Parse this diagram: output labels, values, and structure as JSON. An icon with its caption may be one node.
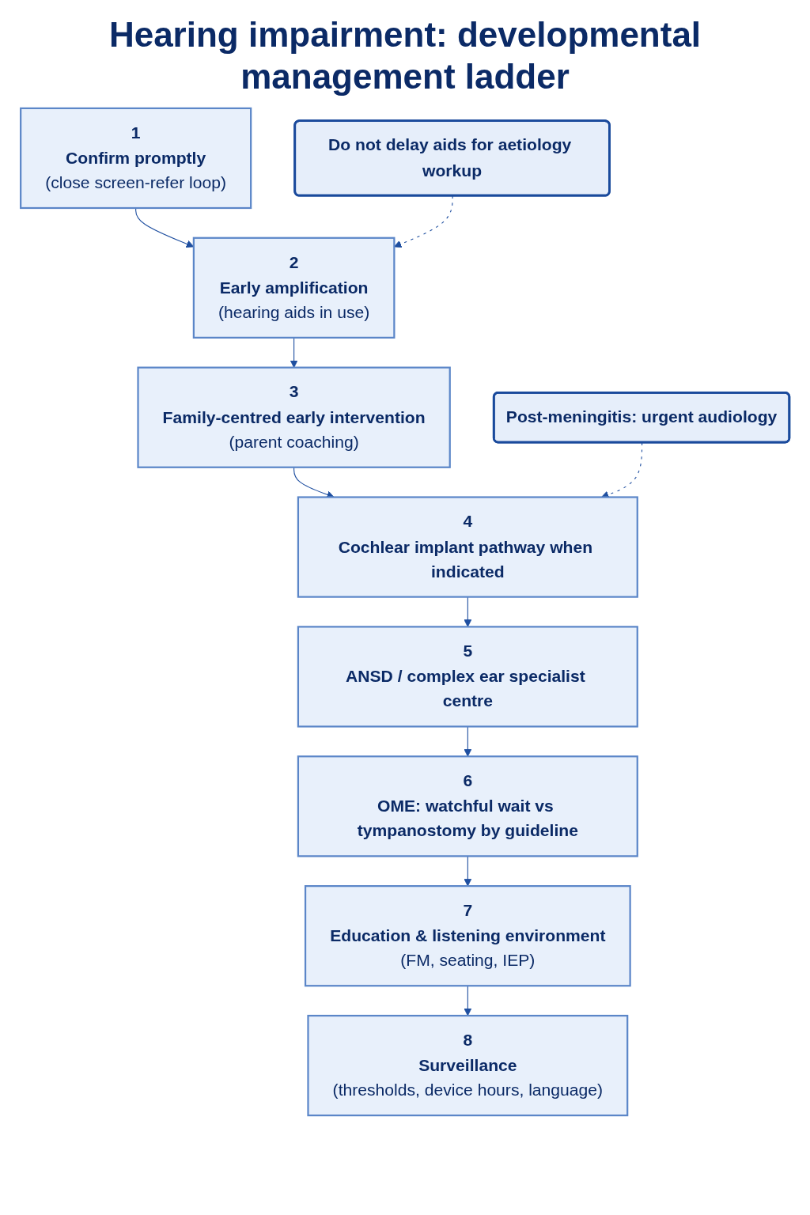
{
  "diagram": {
    "title": "Hearing impairment: developmental management ladder",
    "nodes": [
      {
        "text": [
          "1",
          "Confirm promptly",
          "(close screen-refer loop)"
        ]
      },
      {
        "text": [
          "2",
          "Early amplification",
          "(hearing aids in use)"
        ]
      },
      {
        "text": [
          "3",
          "Family-centred early intervention",
          "(parent coaching)"
        ]
      },
      {
        "text": [
          "4",
          "Cochlear implant pathway when indicated"
        ]
      },
      {
        "text": [
          "5",
          "ANSD / complex ear specialist centre"
        ]
      },
      {
        "text": [
          "6",
          "OME: watchful wait vs tympanostomy by guideline"
        ]
      },
      {
        "text": [
          "7",
          "Education & listening environment",
          "(FM, seating, IEP)"
        ]
      },
      {
        "text": [
          "8",
          "Surveillance",
          "(thresholds, device hours, language)"
        ]
      },
      {
        "text": [
          "Do not delay aids for aetiology workup"
        ]
      },
      {
        "text": [
          "Post-meningitis: urgent audiology"
        ]
      }
    ],
    "edges": [
      {
        "from": 0,
        "to": 1,
        "arrow": "to"
      },
      {
        "from": 1,
        "to": 2,
        "arrow": "to"
      },
      {
        "from": 2,
        "to": 3,
        "arrow": "to"
      },
      {
        "from": 3,
        "to": 4,
        "arrow": "to"
      },
      {
        "from": 4,
        "to": 5,
        "arrow": "to"
      },
      {
        "from": 5,
        "to": 6,
        "arrow": "to"
      },
      {
        "from": 6,
        "to": 7,
        "arrow": "to"
      },
      {
        "from": 8,
        "to": 1,
        "arrow": "to",
        "style": "dashed"
      },
      {
        "from": 9,
        "to": 3,
        "arrow": "to",
        "style": "dashed"
      }
    ]
  }
}
